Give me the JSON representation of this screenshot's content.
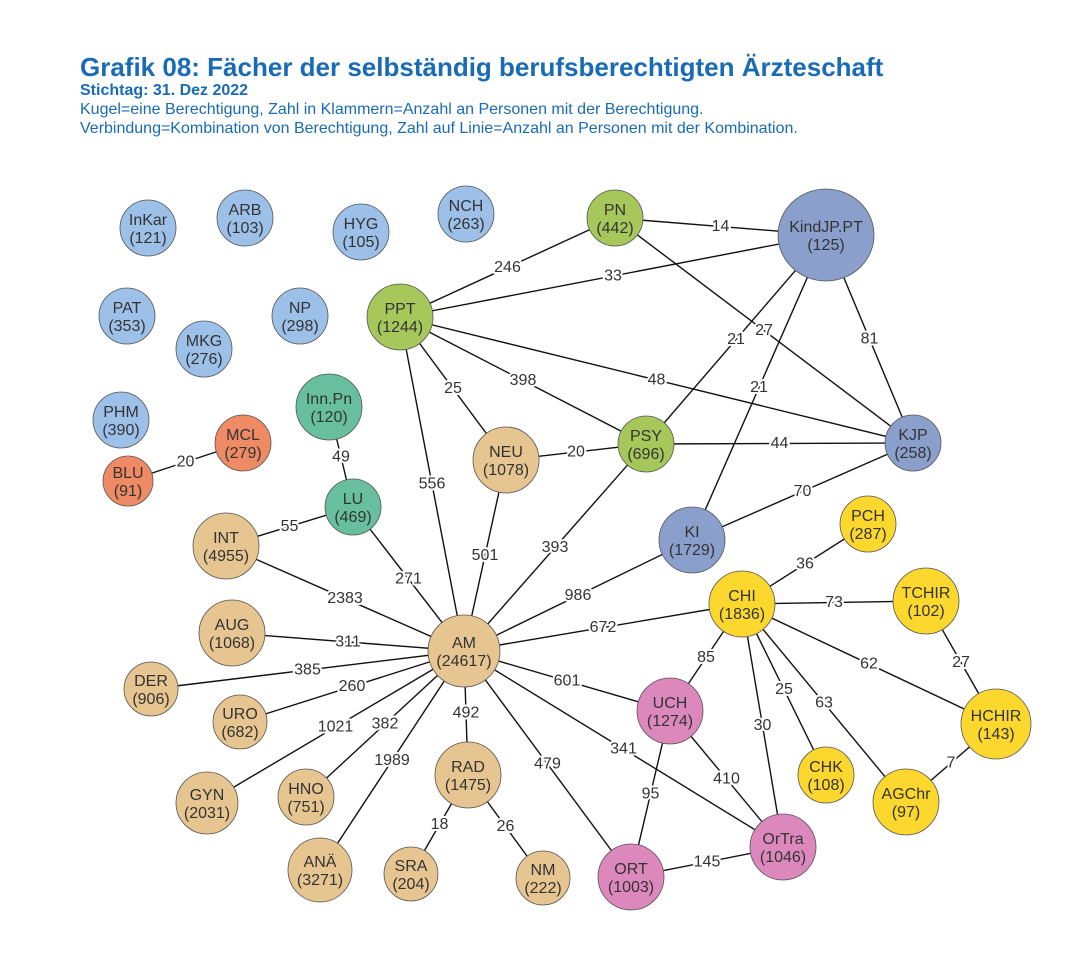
{
  "header": {
    "title": "Grafik 08: Fächer der selbständig berufsberechtigten Ärzteschaft",
    "subtitle": "Stichtag: 31. Dez 2022",
    "line1": "Kugel=eine Berechtigung, Zahl in Klammern=Anzahl an Personen mit der Berechtigung.",
    "line2": "Verbindung=Kombination von Berechtigung, Zahl auf Linie=Anzahl an Personen mit der Kombination."
  },
  "group_colors": {
    "blue": "#9dc0e8",
    "green": "#a6c85a",
    "slate": "#8a9fcb",
    "teal": "#68bfa0",
    "orange": "#ee8a64",
    "tan": "#e6c590",
    "yellow": "#fcd82e",
    "pink": "#dc88bd"
  },
  "nodes": [
    {
      "id": "InKar",
      "count": "121",
      "group": "blue"
    },
    {
      "id": "ARB",
      "count": "103",
      "group": "blue"
    },
    {
      "id": "HYG",
      "count": "105",
      "group": "blue"
    },
    {
      "id": "NCH",
      "count": "263",
      "group": "blue"
    },
    {
      "id": "PAT",
      "count": "353",
      "group": "blue"
    },
    {
      "id": "MKG",
      "count": "276",
      "group": "blue"
    },
    {
      "id": "NP",
      "count": "298",
      "group": "blue"
    },
    {
      "id": "PHM",
      "count": "390",
      "group": "blue"
    },
    {
      "id": "PPT",
      "count": "1244",
      "group": "green"
    },
    {
      "id": "PN",
      "count": "442",
      "group": "green"
    },
    {
      "id": "PSY",
      "count": "696",
      "group": "green"
    },
    {
      "id": "KindJP.PT",
      "count": "125",
      "group": "slate"
    },
    {
      "id": "KJP",
      "count": "258",
      "group": "slate"
    },
    {
      "id": "KI",
      "count": "1729",
      "group": "slate"
    },
    {
      "id": "Inn.Pn",
      "count": "120",
      "group": "teal"
    },
    {
      "id": "LU",
      "count": "469",
      "group": "teal"
    },
    {
      "id": "MCL",
      "count": "279",
      "group": "orange"
    },
    {
      "id": "BLU",
      "count": "91",
      "group": "orange"
    },
    {
      "id": "NEU",
      "count": "1078",
      "group": "tan"
    },
    {
      "id": "INT",
      "count": "4955",
      "group": "tan"
    },
    {
      "id": "AUG",
      "count": "1068",
      "group": "tan"
    },
    {
      "id": "DER",
      "count": "906",
      "group": "tan"
    },
    {
      "id": "AM",
      "count": "24617",
      "group": "tan"
    },
    {
      "id": "URO",
      "count": "682",
      "group": "tan"
    },
    {
      "id": "GYN",
      "count": "2031",
      "group": "tan"
    },
    {
      "id": "HNO",
      "count": "751",
      "group": "tan"
    },
    {
      "id": "RAD",
      "count": "1475",
      "group": "tan"
    },
    {
      "id": "ANÄ",
      "count": "3271",
      "group": "tan"
    },
    {
      "id": "SRA",
      "count": "204",
      "group": "tan"
    },
    {
      "id": "NM",
      "count": "222",
      "group": "tan"
    },
    {
      "id": "PCH",
      "count": "287",
      "group": "yellow"
    },
    {
      "id": "CHI",
      "count": "1836",
      "group": "yellow"
    },
    {
      "id": "TCHIR",
      "count": "102",
      "group": "yellow"
    },
    {
      "id": "HCHIR",
      "count": "143",
      "group": "yellow"
    },
    {
      "id": "CHK",
      "count": "108",
      "group": "yellow"
    },
    {
      "id": "AGChr",
      "count": "97",
      "group": "yellow"
    },
    {
      "id": "UCH",
      "count": "1274",
      "group": "pink"
    },
    {
      "id": "ORT",
      "count": "1003",
      "group": "pink"
    },
    {
      "id": "OrTra",
      "count": "1046",
      "group": "pink"
    }
  ],
  "edges": [
    {
      "source": "PPT",
      "target": "PN",
      "value": "246"
    },
    {
      "source": "PN",
      "target": "KindJP.PT",
      "value": "14"
    },
    {
      "source": "PPT",
      "target": "KindJP.PT",
      "value": "33"
    },
    {
      "source": "PN",
      "target": "KJP",
      "value": "27"
    },
    {
      "source": "PSY",
      "target": "KindJP.PT",
      "value": "21"
    },
    {
      "source": "KI",
      "target": "KindJP.PT",
      "value": "21"
    },
    {
      "source": "KindJP.PT",
      "target": "KJP",
      "value": "81"
    },
    {
      "source": "PPT",
      "target": "KJP",
      "value": "48"
    },
    {
      "source": "PPT",
      "target": "PSY",
      "value": "398"
    },
    {
      "source": "PPT",
      "target": "NEU",
      "value": "25"
    },
    {
      "source": "PPT",
      "target": "AM",
      "value": "556"
    },
    {
      "source": "NEU",
      "target": "PSY",
      "value": "20"
    },
    {
      "source": "PSY",
      "target": "KJP",
      "value": "44"
    },
    {
      "source": "KI",
      "target": "KJP",
      "value": "70"
    },
    {
      "source": "NEU",
      "target": "AM",
      "value": "501"
    },
    {
      "source": "PSY",
      "target": "AM",
      "value": "393"
    },
    {
      "source": "KI",
      "target": "AM",
      "value": "986"
    },
    {
      "source": "CHI",
      "target": "AM",
      "value": "672"
    },
    {
      "source": "MCL",
      "target": "BLU",
      "value": "20"
    },
    {
      "source": "Inn.Pn",
      "target": "LU",
      "value": "49"
    },
    {
      "source": "LU",
      "target": "INT",
      "value": "55"
    },
    {
      "source": "LU",
      "target": "AM",
      "value": "271"
    },
    {
      "source": "INT",
      "target": "AM",
      "value": "2383"
    },
    {
      "source": "AUG",
      "target": "AM",
      "value": "311"
    },
    {
      "source": "DER",
      "target": "AM",
      "value": "385"
    },
    {
      "source": "URO",
      "target": "AM",
      "value": "260"
    },
    {
      "source": "GYN",
      "target": "AM",
      "value": "1021"
    },
    {
      "source": "HNO",
      "target": "AM",
      "value": "382"
    },
    {
      "source": "ANÄ",
      "target": "AM",
      "value": "1989"
    },
    {
      "source": "RAD",
      "target": "AM",
      "value": "492"
    },
    {
      "source": "RAD",
      "target": "SRA",
      "value": "18"
    },
    {
      "source": "RAD",
      "target": "NM",
      "value": "26"
    },
    {
      "source": "ORT",
      "target": "AM",
      "value": "479"
    },
    {
      "source": "OrTra",
      "target": "AM",
      "value": "341"
    },
    {
      "source": "UCH",
      "target": "AM",
      "value": "601"
    },
    {
      "source": "CHI",
      "target": "PCH",
      "value": "36"
    },
    {
      "source": "CHI",
      "target": "TCHIR",
      "value": "73"
    },
    {
      "source": "TCHIR",
      "target": "HCHIR",
      "value": "27"
    },
    {
      "source": "CHI",
      "target": "HCHIR",
      "value": "62"
    },
    {
      "source": "CHI",
      "target": "UCH",
      "value": "85"
    },
    {
      "source": "CHI",
      "target": "CHK",
      "value": "25"
    },
    {
      "source": "CHI",
      "target": "AGChr",
      "value": "63"
    },
    {
      "source": "CHI",
      "target": "OrTra",
      "value": "30"
    },
    {
      "source": "HCHIR",
      "target": "AGChr",
      "value": "7"
    },
    {
      "source": "UCH",
      "target": "ORT",
      "value": "95"
    },
    {
      "source": "UCH",
      "target": "OrTra",
      "value": "410"
    },
    {
      "source": "ORT",
      "target": "OrTra",
      "value": "145"
    }
  ]
}
